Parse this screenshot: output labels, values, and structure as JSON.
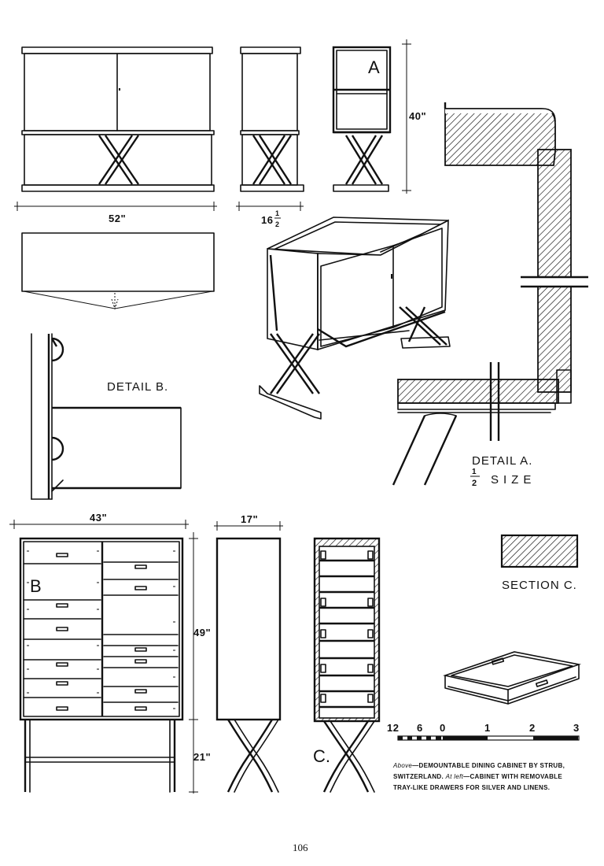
{
  "dimensions": {
    "width_52": "52\"",
    "depth_16": "16",
    "depth_16_frac_num": "1",
    "depth_16_frac_den": "2",
    "height_40": "40\"",
    "width_43": "43\"",
    "depth_17": "17\"",
    "height_49": "49\"",
    "height_21": "21\""
  },
  "labels": {
    "section_a": "A",
    "section_b": "B",
    "section_c_mark": "C.",
    "detail_b": "DETAIL B.",
    "detail_a": "DETAIL A.",
    "scale_num": "1",
    "scale_den": "2",
    "scale_word": "SIZE",
    "section_c": "SECTION C."
  },
  "scale_bar": {
    "ticks": [
      "12",
      "6",
      "0",
      "1",
      "2",
      "3"
    ]
  },
  "caption": {
    "above": "Above",
    "line1_rest": "—DEMOUNTABLE DINING CABINET BY STRUB,",
    "line2a": "SWITZERLAND.",
    "line2_left": "At left",
    "line2b": "—CABINET WITH REMOVABLE",
    "line3": "TRAY-LIKE DRAWERS FOR SILVER AND LINENS."
  },
  "page_number": "106"
}
